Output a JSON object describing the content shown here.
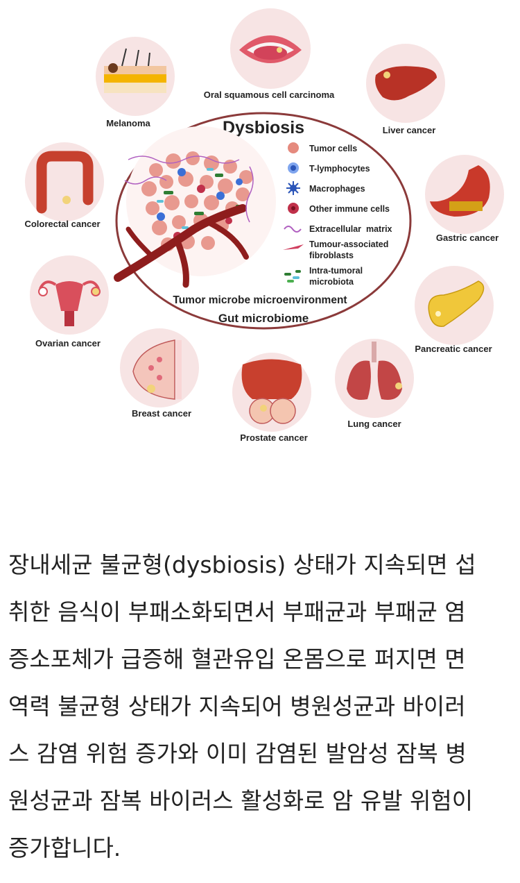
{
  "diagram": {
    "title": "Dysbiosis",
    "bottom_labels": [
      "Tumor microbe microenvironment",
      "Gut microbiome"
    ],
    "legend": [
      {
        "label": "Tumor cells",
        "icon": "tumor-cell-icon"
      },
      {
        "label": "T-lymphocytes",
        "icon": "t-lymphocyte-icon"
      },
      {
        "label": "Macrophages",
        "icon": "macrophage-icon"
      },
      {
        "label": "Other immune cells",
        "icon": "immune-cell-icon"
      },
      {
        "label": "Extracellular  matrix",
        "icon": "extracellular-matrix-icon"
      },
      {
        "label": "Tumour-associated fibroblasts",
        "line1": "Tumour-associated",
        "line2": "fibroblasts",
        "icon": "fibroblast-icon"
      },
      {
        "label": "Intra-tumoral microbiota",
        "line1": "Intra-tumoral",
        "line2": "microbiota",
        "icon": "microbiota-icon"
      }
    ],
    "cancers": {
      "oral": "Oral squamous cell carcinoma",
      "melanoma": "Melanoma",
      "liver": "Liver cancer",
      "colorectal": "Colorectal cancer",
      "gastric": "Gastric cancer",
      "ovarian": "Ovarian cancer",
      "pancreatic": "Pancreatic cancer",
      "breast": "Breast cancer",
      "lung": "Lung cancer",
      "prostate": "Prostate cancer"
    }
  },
  "caption": {
    "lines": [
      "장내세균 불균형(dysbiosis) 상태가 지속되면 섭",
      "취한 음식이 부패소화되면서 부패균과 부패균 염",
      "증소포체가 급증해 혈관유입 온몸으로 퍼지면 면",
      "역력 불균형 상태가 지속되어 병원성균과 바이러",
      "스 감염 위험 증가와 이미 감염된 발암성 잠복 병",
      "원성균과 잠복 바이러스 활성화로 암 유발 위험이",
      "증가합니다."
    ]
  },
  "colors": {
    "circle_bg": "#f7e4e4",
    "ellipse_border": "#8b3a3a",
    "organ_red": "#c0392b",
    "tumor_pink": "#e58a7e"
  }
}
